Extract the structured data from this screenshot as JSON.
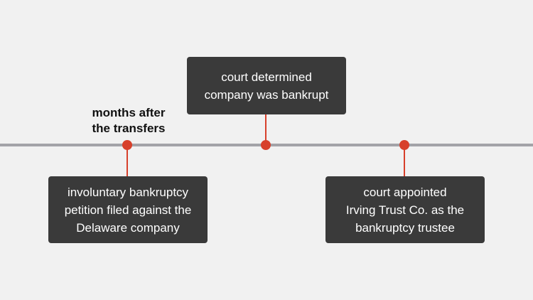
{
  "timeline": {
    "colors": {
      "background": "#f1f1f1",
      "axis": "#a3a3a8",
      "marker": "#d7402b",
      "box": "#3a3a3a",
      "box_text": "#ffffff"
    },
    "note": {
      "line1": "months after",
      "line2": "the transfers"
    },
    "events": [
      {
        "lines": [
          "involuntary bankruptcy",
          "petition filed against the",
          "Delaware company"
        ]
      },
      {
        "lines": [
          "court determined",
          "company was bankrupt"
        ]
      },
      {
        "lines": [
          "court appointed",
          "Irving Trust Co. as the",
          "bankruptcy trustee"
        ]
      }
    ]
  }
}
